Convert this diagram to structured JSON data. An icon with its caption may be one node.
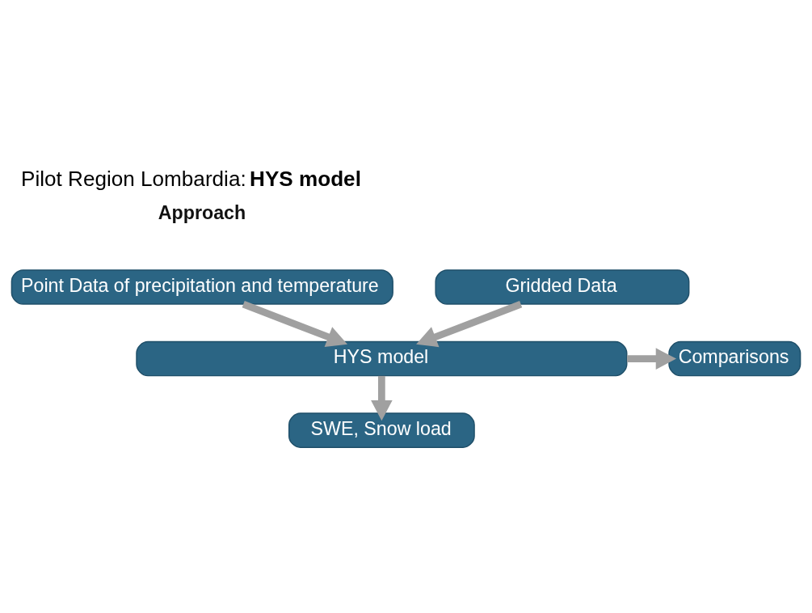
{
  "diagram": {
    "title": "Pilot Region Lombardia: **HYS model**",
    "nodes": [
      {
        "text": [
          "Point Data of precipitation and temperature"
        ]
      },
      {
        "text": [
          "Gridded Data"
        ]
      },
      {
        "text": [
          "HYS model"
        ]
      },
      {
        "text": [
          "Comparisons"
        ]
      },
      {
        "text": [
          "SWE, Snow load"
        ]
      }
    ],
    "edges": [
      {
        "from": 0,
        "to": 2,
        "arrow": "to"
      },
      {
        "from": 1,
        "to": 2,
        "arrow": "to"
      },
      {
        "from": 2,
        "to": 3,
        "arrow": "to"
      },
      {
        "from": 2,
        "to": 4,
        "arrow": "to"
      }
    ],
    "labels": [
      "Approach"
    ]
  }
}
